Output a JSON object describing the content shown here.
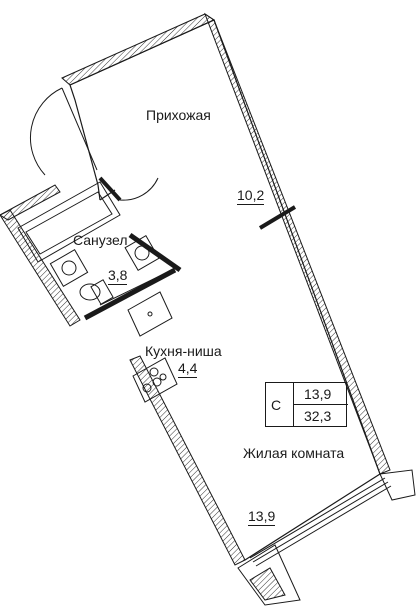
{
  "rooms": {
    "hallway": {
      "name": "Прихожая"
    },
    "bathroom": {
      "name": "Санузел",
      "area": "3,8"
    },
    "kitchen": {
      "name": "Кухня-ниша",
      "area": "4,4"
    },
    "living": {
      "name": "Жилая комната"
    },
    "hallway_area": "10,2",
    "balcony_area": "13,9"
  },
  "legend": {
    "type_letter": "С",
    "living_area": "13,9",
    "total_area": "32,3"
  },
  "colors": {
    "wall": "#1a1a1a",
    "hatch": "#333333"
  }
}
